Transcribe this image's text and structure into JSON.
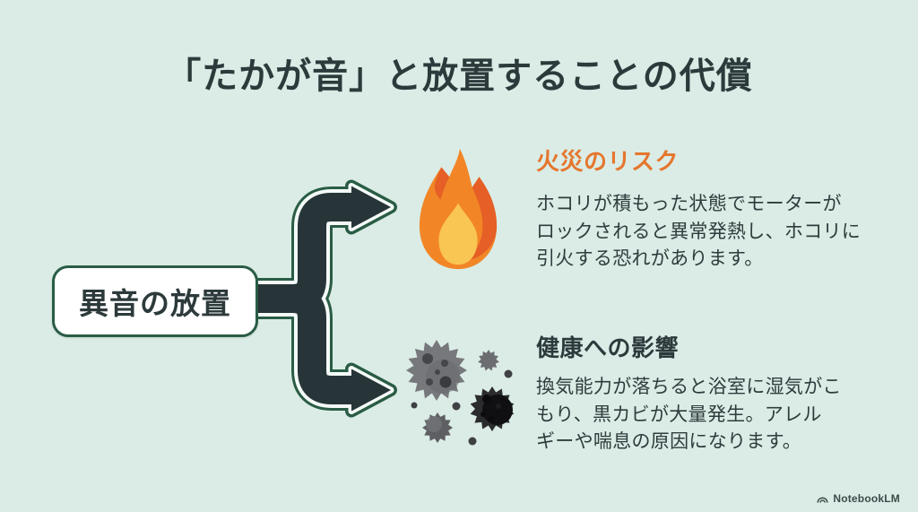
{
  "slide": {
    "title": "「たかが音」と放置することの代償",
    "source_node": {
      "label": "異音の放置"
    },
    "branches": [
      {
        "id": "fire-risk",
        "icon": "fire-icon",
        "heading": "火災のリスク",
        "heading_color": "#e5762e",
        "body": "ホコリが積もった状態でモーターが\nロックされると異常発熱し、ホコリに\n引火する恐れがあります。"
      },
      {
        "id": "health-impact",
        "icon": "mold-icon",
        "heading": "健康への影響",
        "heading_color": "#2d3a3c",
        "body": "換気能力が落ちると浴室に湿気がこ\nもり、黒カビが大量発生。アレル\nギーや喘息の原因になります。"
      }
    ],
    "watermark": {
      "icon": "notebooklm-logo-icon",
      "label": "NotebookLM"
    },
    "colors": {
      "background": "#daece5",
      "title_text": "#2d3a3c",
      "body_text": "#303b3d",
      "accent_orange": "#e5762e",
      "arrow_fill": "#273538",
      "arrow_gap": "#f4faf7",
      "outline_green": "#2a5c45",
      "node_fill": "#ffffff",
      "flame_orange": "#f28627",
      "flame_shadow": "#e55f26",
      "flame_yellow": "#f9c653",
      "mold_gray": "#77787c",
      "mold_dark": "#2b2c2e"
    }
  }
}
